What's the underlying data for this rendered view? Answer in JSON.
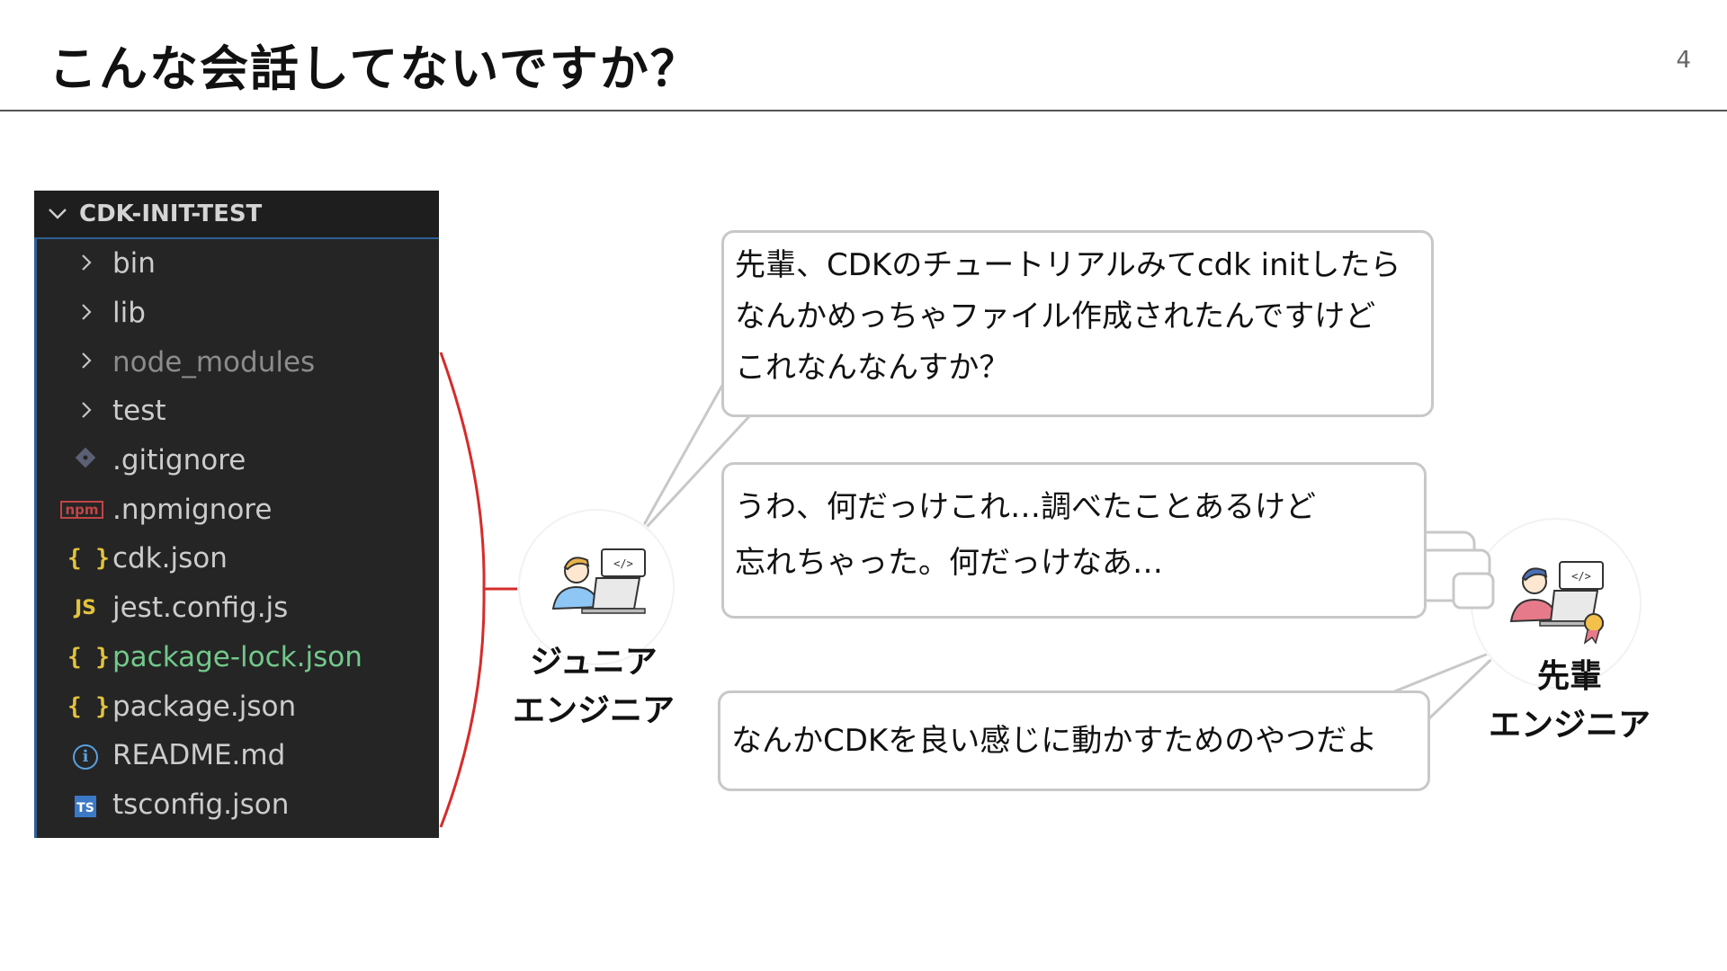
{
  "header": {
    "title": "こんな会話してないですか？",
    "page_number": "4"
  },
  "explorer": {
    "root_label": "CDK-INIT-TEST",
    "items": [
      {
        "label": "bin",
        "kind": "folder",
        "icon": "chevron-right-icon"
      },
      {
        "label": "lib",
        "kind": "folder",
        "icon": "chevron-right-icon"
      },
      {
        "label": "node_modules",
        "kind": "folder",
        "icon": "chevron-right-icon"
      },
      {
        "label": "test",
        "kind": "folder",
        "icon": "chevron-right-icon"
      },
      {
        "label": ".gitignore",
        "kind": "file",
        "icon": "git-icon"
      },
      {
        "label": ".npmignore",
        "kind": "file",
        "icon": "npm-icon"
      },
      {
        "label": "cdk.json",
        "kind": "file",
        "icon": "json-icon"
      },
      {
        "label": "jest.config.js",
        "kind": "file",
        "icon": "js-icon"
      },
      {
        "label": "package-lock.json",
        "kind": "file",
        "icon": "json-icon"
      },
      {
        "label": "package.json",
        "kind": "file",
        "icon": "json-icon"
      },
      {
        "label": "README.md",
        "kind": "file",
        "icon": "info-icon"
      },
      {
        "label": "tsconfig.json",
        "kind": "file",
        "icon": "typescript-icon"
      }
    ],
    "icon_glyphs": {
      "json": "{ }",
      "js": "JS",
      "npm": "npm",
      "info": "i",
      "ts": "TS"
    }
  },
  "conversation": {
    "junior_label_line1": "ジュニア",
    "junior_label_line2": "エンジニア",
    "senior_label_line1": "先輩",
    "senior_label_line2": "エンジニア",
    "bubble1_line1": "先輩、CDKのチュートリアルみてcdk initしたら",
    "bubble1_line2": "なんかめっちゃファイル作成されたんですけど",
    "bubble1_line3": "これなんなんすか？",
    "bubble2_line1": "うわ、何だっけこれ…調べたことあるけど",
    "bubble2_line2": "忘れちゃった。何だっけなあ…",
    "bubble3_line1": "なんかCDKを良い感じに動かすためのやつだよ"
  },
  "colors": {
    "explorer_bg": "#252526",
    "accent_blue": "#2f5f95",
    "bracket_red": "#d62b2b",
    "bubble_border": "#c8c8c8",
    "modified_green": "#72c98a"
  }
}
